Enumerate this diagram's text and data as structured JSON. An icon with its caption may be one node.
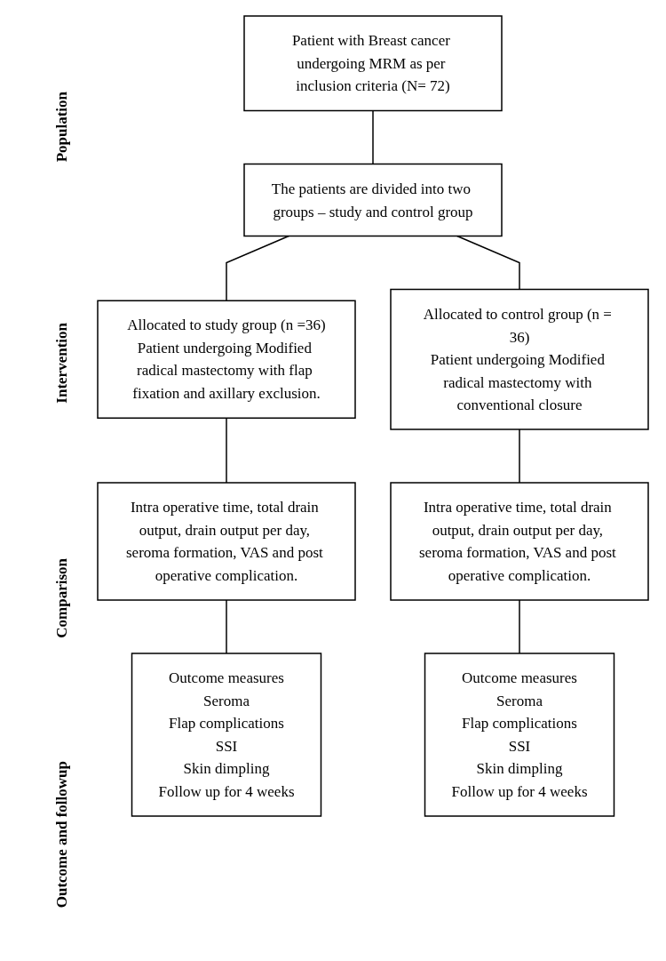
{
  "diagram": {
    "nodes": [
      {
        "text": [
          "Patient with Breast cancer undergoing MRM as per inclusion criteria (N= 72)"
        ]
      },
      {
        "text": [
          "The patients are divided into two groups – study and control group"
        ]
      },
      {
        "text": [
          "Allocated to study group (n =36)",
          "Patient undergoing Modified radical mastectomy with flap fixation and axillary exclusion."
        ]
      },
      {
        "text": [
          "Allocated to control group (n = 36)",
          "Patient undergoing Modified radical mastectomy with conventional closure"
        ]
      },
      {
        "text": [
          "Intra operative time, total drain output, drain output per day, seroma formation, VAS and post operative complication."
        ]
      },
      {
        "text": [
          "Intra operative time, total drain output, drain output per day, seroma formation, VAS and post operative complication."
        ]
      },
      {
        "text": [
          "Outcome measures",
          "Seroma",
          "Flap complications",
          "SSI",
          "Skin dimpling",
          "Follow up for 4 weeks"
        ]
      },
      {
        "text": [
          "Outcome measures",
          "Seroma",
          "Flap complications",
          "SSI",
          "Skin dimpling",
          "Follow up for 4 weeks"
        ]
      }
    ],
    "edges": [
      {
        "from": 0,
        "to": 1,
        "arrow": "none"
      },
      {
        "from": 1,
        "to": 2,
        "arrow": "none"
      },
      {
        "from": 1,
        "to": 3,
        "arrow": "none"
      },
      {
        "from": 2,
        "to": 4,
        "arrow": "none"
      },
      {
        "from": 3,
        "to": 5,
        "arrow": "none"
      },
      {
        "from": 4,
        "to": 6,
        "arrow": "none"
      },
      {
        "from": 5,
        "to": 7,
        "arrow": "none"
      }
    ],
    "labels": [
      "Population",
      "Intervention",
      "Comparison",
      "Outcome and followup"
    ]
  }
}
